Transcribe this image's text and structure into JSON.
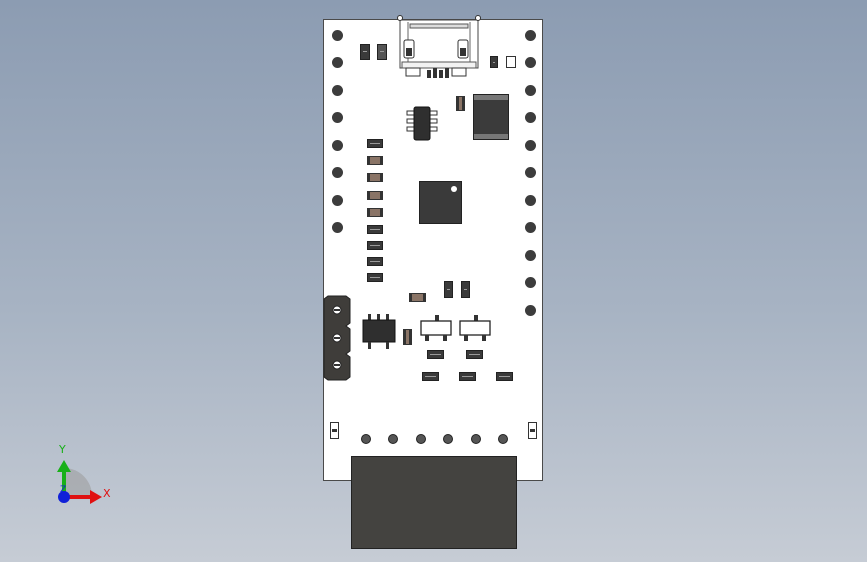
{
  "triad": {
    "x_label": "X",
    "y_label": "Y",
    "z_label": "Z",
    "colors": {
      "x": "#e01010",
      "y": "#18b018",
      "z": "#1020d8"
    }
  },
  "board": {
    "background": "#ffffff",
    "outline": "#4a4a4a"
  },
  "viewport": {
    "background_top": "#8c9cb2",
    "background_bottom": "#c6ccd5"
  }
}
